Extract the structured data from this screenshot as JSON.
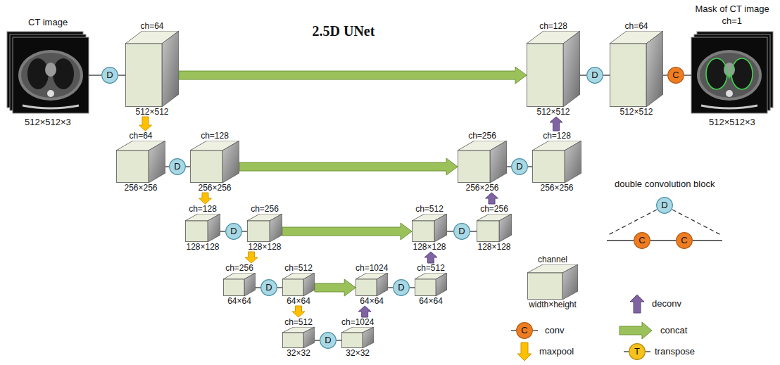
{
  "diagram": {
    "title": "2.5D UNet",
    "nodes": [
      {
        "text": [
          "D"
        ]
      },
      {
        "text": [
          "ch=64",
          "512×512"
        ]
      },
      {
        "text": [
          "ch=128",
          "512×512"
        ]
      },
      {
        "text": [
          "D"
        ]
      },
      {
        "text": [
          "ch=64",
          "512×512"
        ]
      },
      {
        "text": [
          "C"
        ]
      },
      {
        "text": [
          "ch=64",
          "256×256"
        ]
      },
      {
        "text": [
          "D"
        ]
      },
      {
        "text": [
          "ch=128",
          "256×256"
        ]
      },
      {
        "text": [
          "ch=256",
          "256×256"
        ]
      },
      {
        "text": [
          "D"
        ]
      },
      {
        "text": [
          "ch=128",
          "256×256"
        ]
      },
      {
        "text": [
          "D"
        ]
      },
      {
        "text": [
          "ch=128",
          "128×128"
        ]
      },
      {
        "text": [
          "D"
        ]
      },
      {
        "text": [
          "ch=256",
          "128×128"
        ]
      },
      {
        "text": [
          "ch=512",
          "128×128"
        ]
      },
      {
        "text": [
          "D"
        ]
      },
      {
        "text": [
          "ch=256",
          "128×128"
        ]
      },
      {
        "text": [
          "C"
        ]
      },
      {
        "text": [
          "C"
        ]
      },
      {
        "text": [
          "channel",
          "width×height"
        ]
      },
      {
        "text": [
          "ch=256",
          "64×64"
        ]
      },
      {
        "text": [
          "D"
        ]
      },
      {
        "text": [
          "ch=512",
          "64×64"
        ]
      },
      {
        "text": [
          "ch=1024",
          "64×64"
        ]
      },
      {
        "text": [
          "D"
        ]
      },
      {
        "text": [
          "ch=512",
          "64×64"
        ]
      },
      {
        "text": [
          "C"
        ]
      },
      {
        "text": [
          "T"
        ]
      },
      {
        "text": [
          "ch=512",
          "32×32"
        ]
      },
      {
        "text": [
          "D"
        ]
      },
      {
        "text": [
          "ch=1024",
          "32×32"
        ]
      }
    ],
    "edges": [
      {
        "from": 0,
        "to": 1,
        "arrow": "none"
      },
      {
        "from": 1,
        "to": 2,
        "arrow": "to"
      },
      {
        "from": 2,
        "to": 3,
        "arrow": "none"
      },
      {
        "from": 3,
        "to": 4,
        "arrow": "none"
      },
      {
        "from": 4,
        "to": 5,
        "arrow": "none"
      },
      {
        "from": 1,
        "to": 6,
        "arrow": "to"
      },
      {
        "from": 6,
        "to": 7,
        "arrow": "none"
      },
      {
        "from": 7,
        "to": 8,
        "arrow": "none"
      },
      {
        "from": 8,
        "to": 9,
        "arrow": "to"
      },
      {
        "from": 9,
        "to": 10,
        "arrow": "none"
      },
      {
        "from": 10,
        "to": 11,
        "arrow": "none"
      },
      {
        "from": 11,
        "to": 2,
        "arrow": "to"
      },
      {
        "from": 8,
        "to": 13,
        "arrow": "to"
      },
      {
        "from": 13,
        "to": 14,
        "arrow": "none"
      },
      {
        "from": 14,
        "to": 15,
        "arrow": "none"
      },
      {
        "from": 15,
        "to": 16,
        "arrow": "to"
      },
      {
        "from": 16,
        "to": 17,
        "arrow": "none"
      },
      {
        "from": 17,
        "to": 18,
        "arrow": "none"
      },
      {
        "from": 18,
        "to": 9,
        "arrow": "to"
      },
      {
        "from": 19,
        "to": 20,
        "arrow": "none"
      },
      {
        "from": 15,
        "to": 22,
        "arrow": "to"
      },
      {
        "from": 22,
        "to": 23,
        "arrow": "none"
      },
      {
        "from": 23,
        "to": 24,
        "arrow": "none"
      },
      {
        "from": 24,
        "to": 25,
        "arrow": "to"
      },
      {
        "from": 25,
        "to": 26,
        "arrow": "none"
      },
      {
        "from": 26,
        "to": 27,
        "arrow": "none"
      },
      {
        "from": 27,
        "to": 16,
        "arrow": "to"
      },
      {
        "from": 24,
        "to": 30,
        "arrow": "to"
      },
      {
        "from": 30,
        "to": 31,
        "arrow": "none"
      },
      {
        "from": 31,
        "to": 32,
        "arrow": "none"
      },
      {
        "from": 32,
        "to": 25,
        "arrow": "to"
      }
    ],
    "labels": [
      "CT image",
      "512×512×3",
      "Mask of CT image",
      "ch=1",
      "512×512×3",
      "double convolution block"
    ],
    "legend": [
      {
        "text": "deconv"
      },
      {
        "text": "conv"
      },
      {
        "text": "concat"
      },
      {
        "text": "maxpool"
      },
      {
        "text": "transpose"
      }
    ]
  }
}
